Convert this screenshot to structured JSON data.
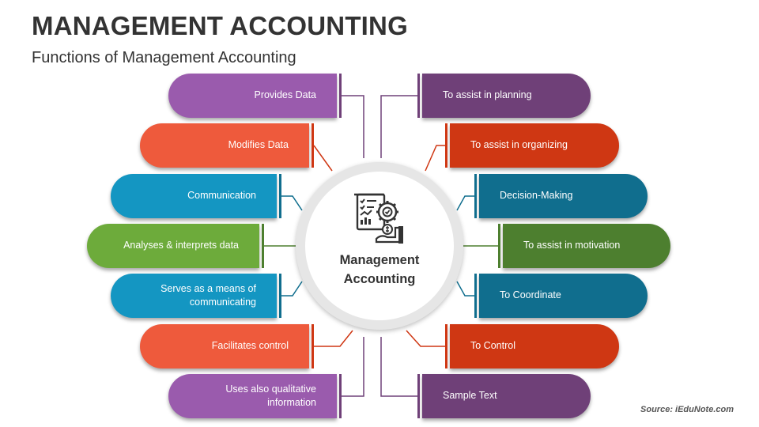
{
  "header": {
    "title": "MANAGEMENT ACCOUNTING",
    "subtitle": "Functions of Management Accounting"
  },
  "center": {
    "label_line1": "Management",
    "label_line2": "Accounting",
    "icon": "accounting-document-gear-icon"
  },
  "left_items": [
    {
      "line1": "Provides Data",
      "line2": "",
      "color": "#9a5bad"
    },
    {
      "line1": "Modifies Data",
      "line2": "",
      "color": "#ee5a3c"
    },
    {
      "line1": "Communication",
      "line2": "",
      "color": "#1496c2"
    },
    {
      "line1": "Analyses & interprets data",
      "line2": "",
      "color": "#6dab3b"
    },
    {
      "line1": "Serves as a means of",
      "line2": "communicating",
      "color": "#1496c2"
    },
    {
      "line1": "Facilitates control",
      "line2": "",
      "color": "#ee5a3c"
    },
    {
      "line1": "Uses also qualitative",
      "line2": "information",
      "color": "#9a5bad"
    }
  ],
  "right_items": [
    {
      "line1": "To assist in planning",
      "line2": "",
      "color": "#6f4078"
    },
    {
      "line1": "To assist in organizing",
      "line2": "",
      "color": "#cf3713"
    },
    {
      "line1": "Decision-Making",
      "line2": "",
      "color": "#106e8e"
    },
    {
      "line1": "To assist in motivation",
      "line2": "",
      "color": "#4d7f2f"
    },
    {
      "line1": "To Coordinate",
      "line2": "",
      "color": "#106e8e"
    },
    {
      "line1": "To Control",
      "line2": "",
      "color": "#cf3713"
    },
    {
      "line1": "Sample Text",
      "line2": "",
      "color": "#6f4078"
    }
  ],
  "footer": {
    "source": "Source: iEduNote.com"
  }
}
